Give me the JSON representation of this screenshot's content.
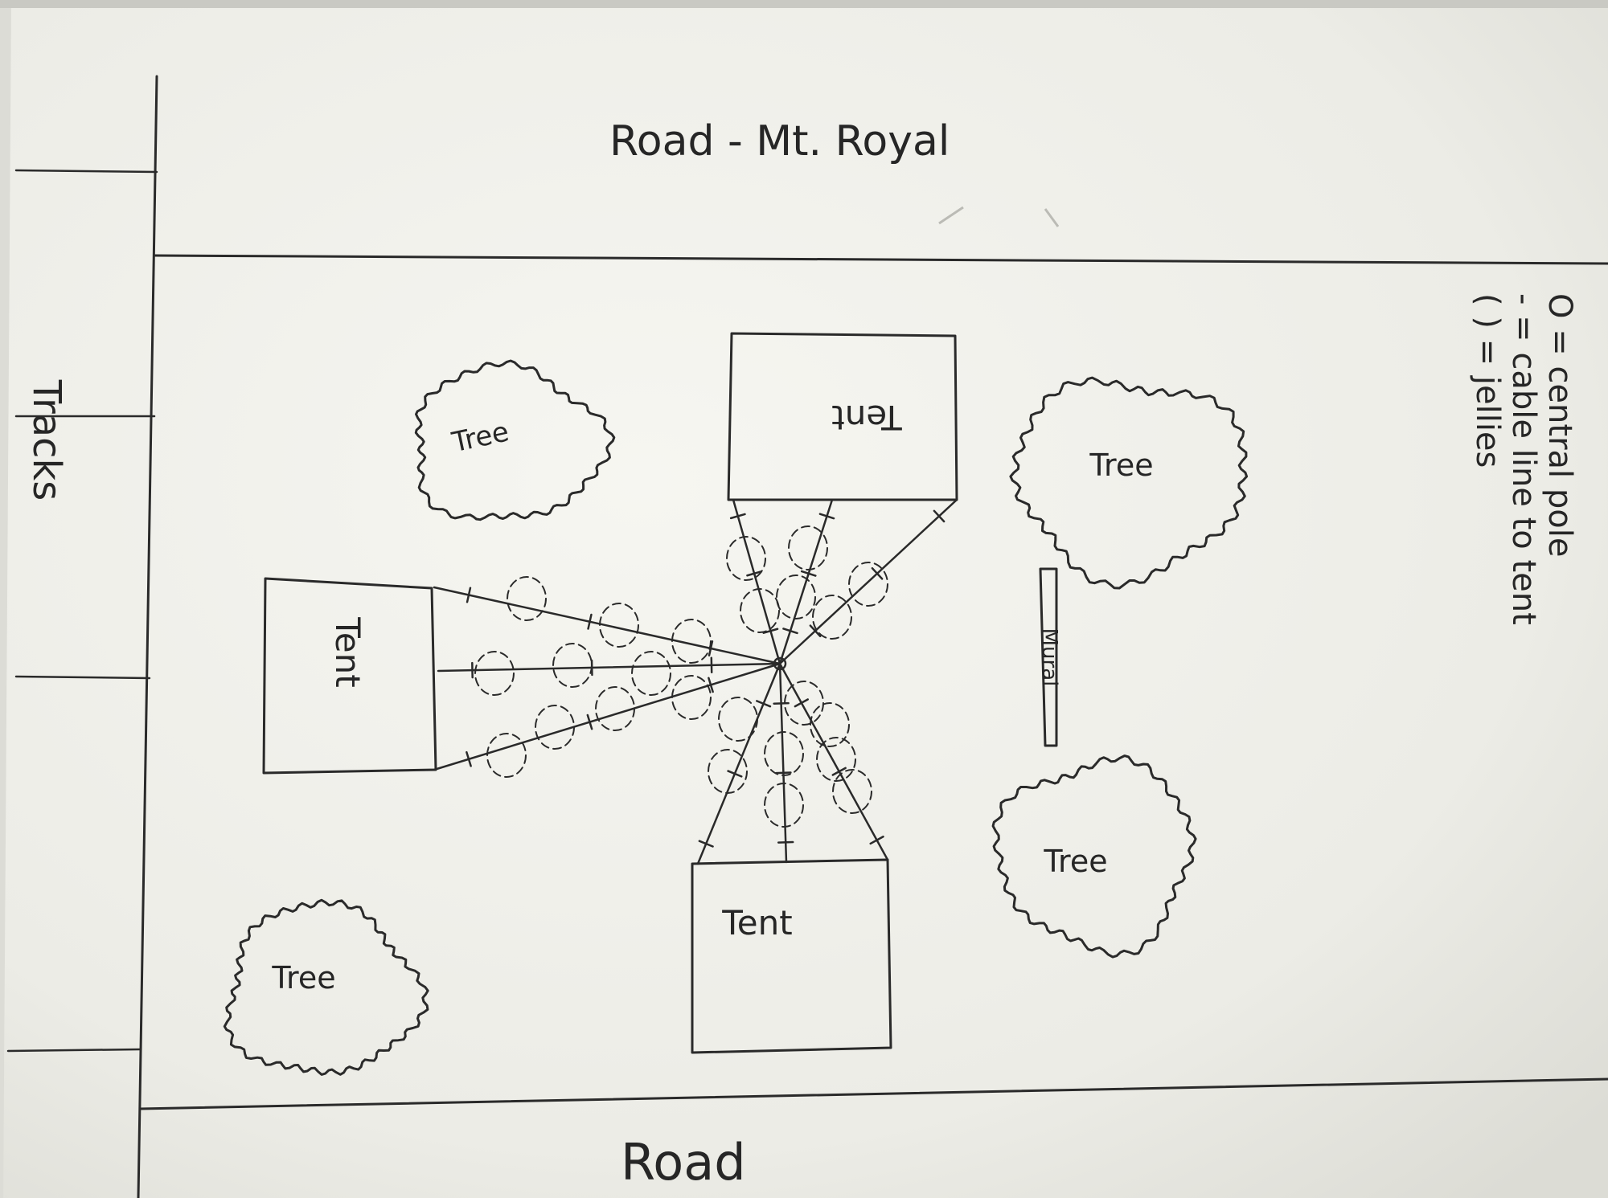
{
  "labels": {
    "top_road": "Road - Mt. Royal",
    "bottom_road": "Road",
    "tracks": "Tracks",
    "tent_top": "Tent",
    "tent_left": "Tent",
    "tent_bottom": "Tent",
    "mural": "Mural",
    "tree_1": "Tree",
    "tree_2": "Tree",
    "tree_3": "Tree",
    "tree_4": "Tree"
  },
  "legend": {
    "central_pole": "O = central pole",
    "cable_line": "- = cable line to tent",
    "jellies": "( ) = jellies"
  }
}
